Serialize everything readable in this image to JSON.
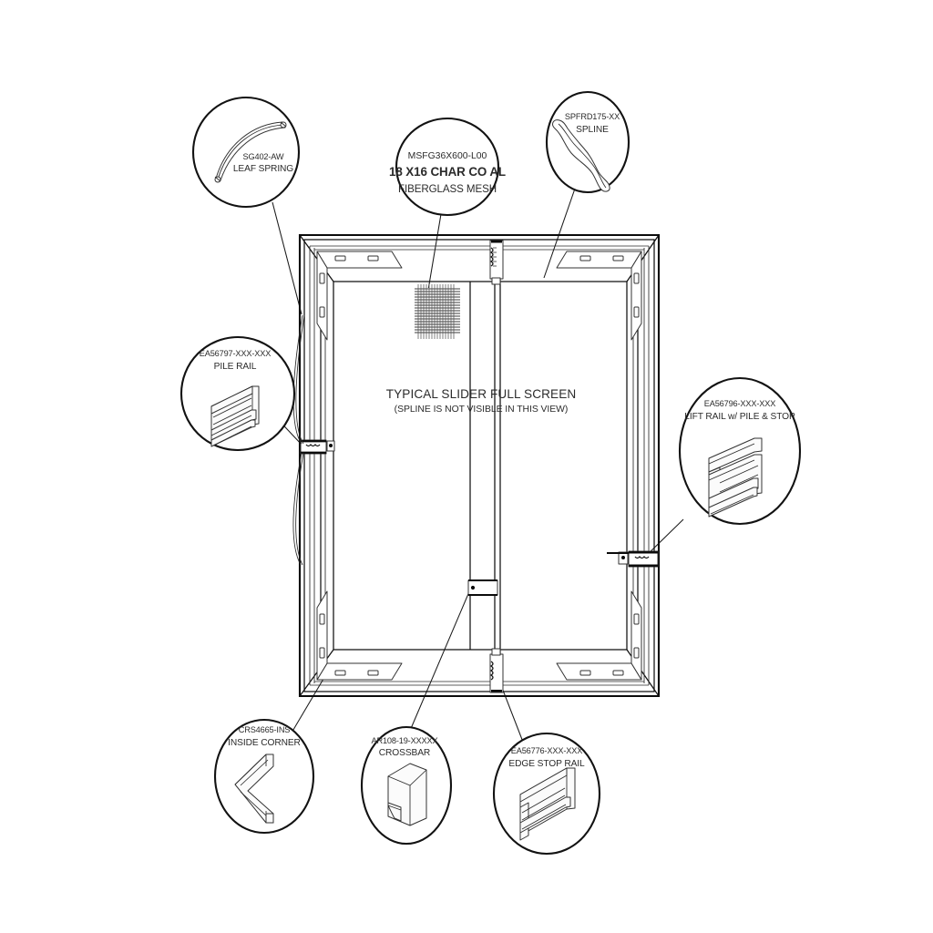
{
  "document": {
    "type": "technical-assembly-drawing",
    "subject": "Typical Slider Full Screen",
    "background_color": "#ffffff",
    "line_color": "#101010"
  },
  "center_label": {
    "title": "TYPICAL SLIDER FULL SCREEN",
    "subtitle": "(SPLINE IS NOT VISIBLE IN THIS VIEW)"
  },
  "callouts": [
    {
      "id": "leaf-spring",
      "part_number": "SG402-AW",
      "part_name": "LEAF SPRING",
      "position": "top-left"
    },
    {
      "id": "fiberglass-mesh",
      "part_number": "MSFG36X600-L00",
      "spec": "18 X16 CHAR  CO AL",
      "part_name": "FIBERGLASS MESH",
      "position": "top-center"
    },
    {
      "id": "spline",
      "part_number": "SPFRD175-XX",
      "part_name": "SPLINE",
      "position": "top-right"
    },
    {
      "id": "pile-rail",
      "part_number": "EA56797-XXX-XXX",
      "part_name": "PILE RAIL",
      "position": "left-middle"
    },
    {
      "id": "lift-rail",
      "part_number": "EA56796-XXX-XXX",
      "part_name": "LIFT RAIL w/ PILE & STOP",
      "position": "right-middle"
    },
    {
      "id": "inside-corner",
      "part_number": "CRS4665-INS",
      "part_name": "INSIDE CORNER",
      "position": "bottom-left"
    },
    {
      "id": "crossbar",
      "part_number": "AR108-19-XXXXX",
      "part_name": "CROSSBAR",
      "position": "bottom-center"
    },
    {
      "id": "edge-stop-rail",
      "part_number": "EA56776-XXX-XXX",
      "part_name": "EDGE STOP RAIL",
      "position": "bottom-right"
    }
  ]
}
